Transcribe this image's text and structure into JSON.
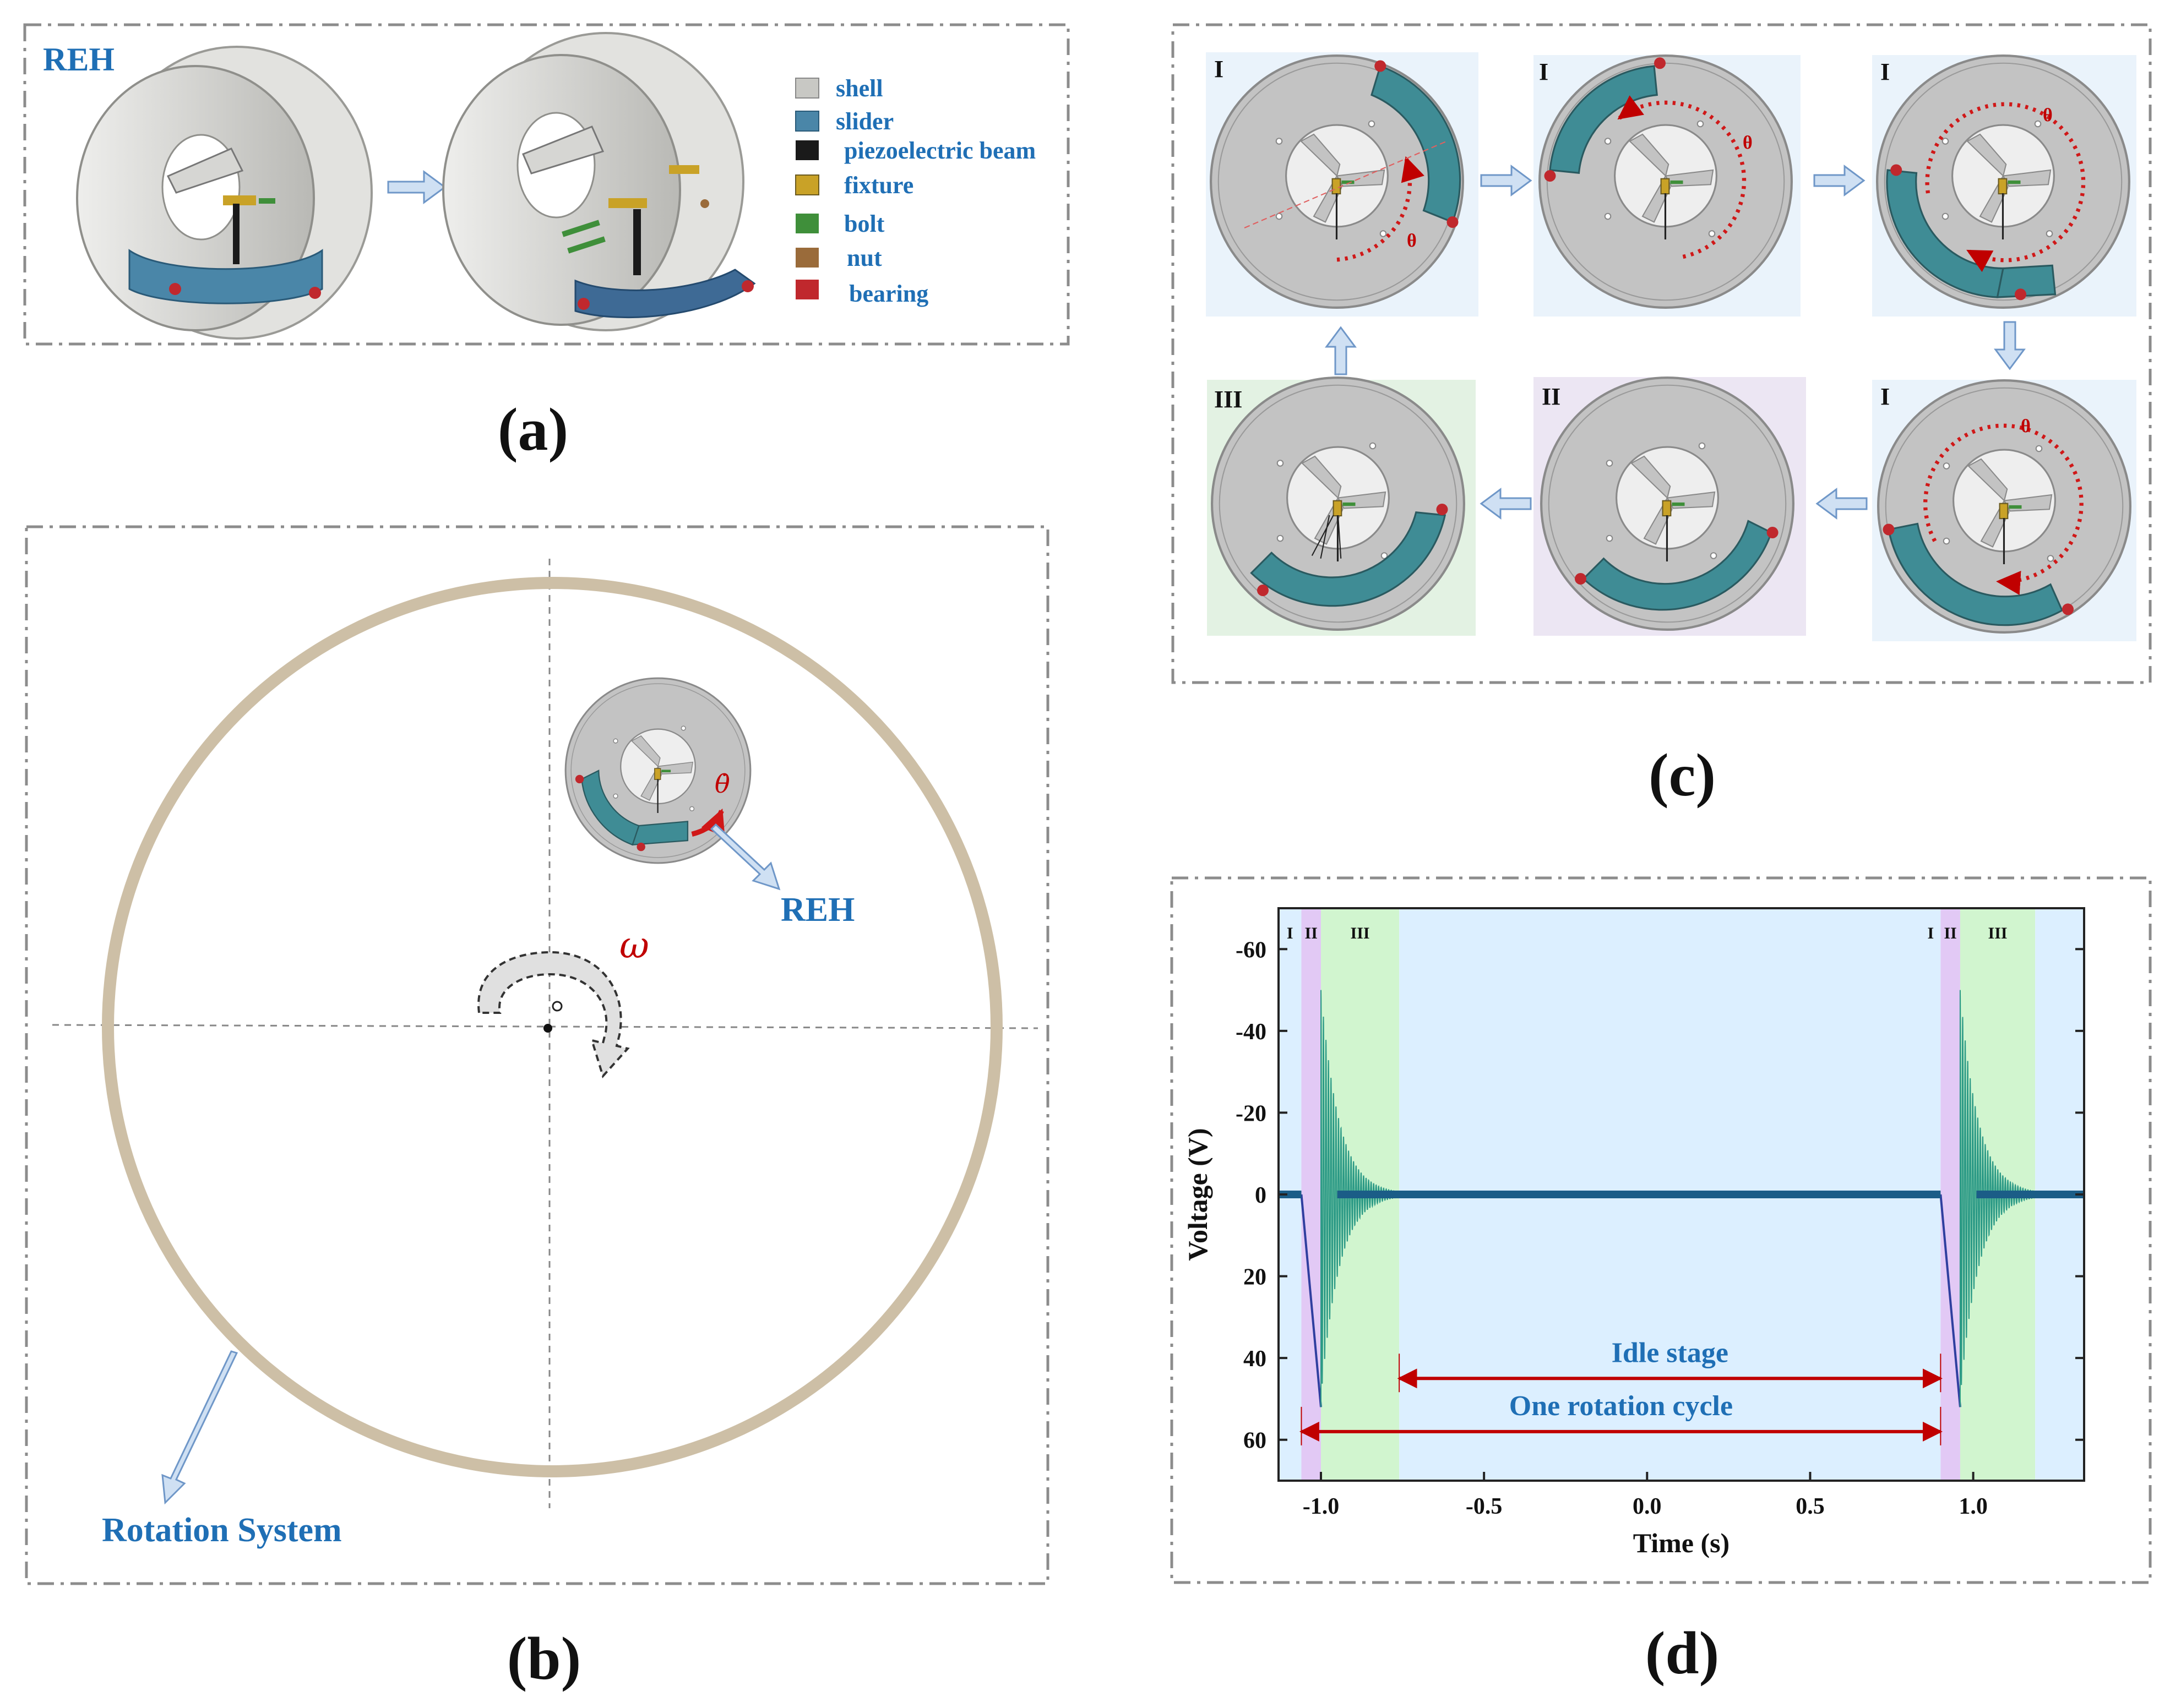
{
  "panel_labels": {
    "a": "(a)",
    "b": "(b)",
    "c": "(c)",
    "d": "(d)"
  },
  "panel_a": {
    "title": "REH",
    "legend": [
      {
        "name": "shell",
        "color": "#c8c8c4"
      },
      {
        "name": "slider",
        "color": "#4a86a8"
      },
      {
        "name": "piezoelectric beam",
        "color": "#1a1a1a"
      },
      {
        "name": "fixture",
        "color": "#c9a227"
      },
      {
        "name": "bolt",
        "color": "#3f8f3a"
      },
      {
        "name": "nut",
        "color": "#9a6b3a"
      },
      {
        "name": "bearing",
        "color": "#c0282d"
      }
    ]
  },
  "panel_b": {
    "reh_label": "REH",
    "system_label": "Rotation System",
    "omega_label": "ω",
    "theta_dot_label": "θ̇"
  },
  "panel_c": {
    "frames": [
      {
        "stage": "I",
        "bg": "#eaf3fb",
        "theta": "θ"
      },
      {
        "stage": "I",
        "bg": "#eaf3fb",
        "theta": "θ"
      },
      {
        "stage": "I",
        "bg": "#eaf3fb",
        "theta": "θ"
      },
      {
        "stage": "I",
        "bg": "#eaf3fb",
        "theta": "θ"
      },
      {
        "stage": "II",
        "bg": "#ece6f3",
        "theta": ""
      },
      {
        "stage": "III",
        "bg": "#e3f2e3",
        "theta": ""
      }
    ]
  },
  "chart_data": {
    "type": "line",
    "xlabel": "Time (s)",
    "ylabel": "Voltage (V)",
    "xlim": [
      -1.13,
      1.34
    ],
    "ylim": [
      70,
      -70
    ],
    "x_ticks": [
      -1.0,
      -0.5,
      0.0,
      0.5,
      1.0
    ],
    "x_tick_labels": [
      "-1.0",
      "-0.5",
      "0.0",
      "0.5",
      "1.0"
    ],
    "y_ticks": [
      -60,
      -40,
      -20,
      0,
      20,
      40,
      60
    ],
    "y_tick_labels": [
      "-60",
      "-40",
      "-20",
      "0",
      "20",
      "40",
      "60"
    ],
    "y_inverted": true,
    "regions": [
      {
        "label": "I",
        "x0": -1.13,
        "x1": -1.06,
        "color": "#dcefff"
      },
      {
        "label": "II",
        "x0": -1.06,
        "x1": -1.0,
        "color": "#e2c9f5"
      },
      {
        "label": "III",
        "x0": -1.0,
        "x1": -0.76,
        "color": "#d1f5cf"
      },
      {
        "label": "",
        "x0": -0.76,
        "x1": 0.9,
        "color": "#dcefff"
      },
      {
        "label": "I",
        "x0": 0.9,
        "x1": 0.9,
        "color": "#dcefff"
      },
      {
        "label": "II",
        "x0": 0.9,
        "x1": 0.96,
        "color": "#e2c9f5"
      },
      {
        "label": "III",
        "x0": 0.96,
        "x1": 1.19,
        "color": "#d1f5cf"
      },
      {
        "label": "",
        "x0": 1.19,
        "x1": 1.34,
        "color": "#dcefff"
      }
    ],
    "events": [
      {
        "x_start": -1.06,
        "x_end": -1.0,
        "peak_positive": 52,
        "peak_negative": -50,
        "decay_end": -0.76
      },
      {
        "x_start": 0.9,
        "x_end": 0.96,
        "peak_positive": 52,
        "peak_negative": -50,
        "decay_end": 1.19
      }
    ],
    "annotations": [
      {
        "text": "Idle stage",
        "x0": -0.76,
        "x1": 0.9,
        "y": 45
      },
      {
        "text": "One rotation cycle",
        "x0": -1.06,
        "x1": 0.9,
        "y": 58
      }
    ],
    "series": [
      {
        "color": "#1b5d87"
      }
    ]
  }
}
